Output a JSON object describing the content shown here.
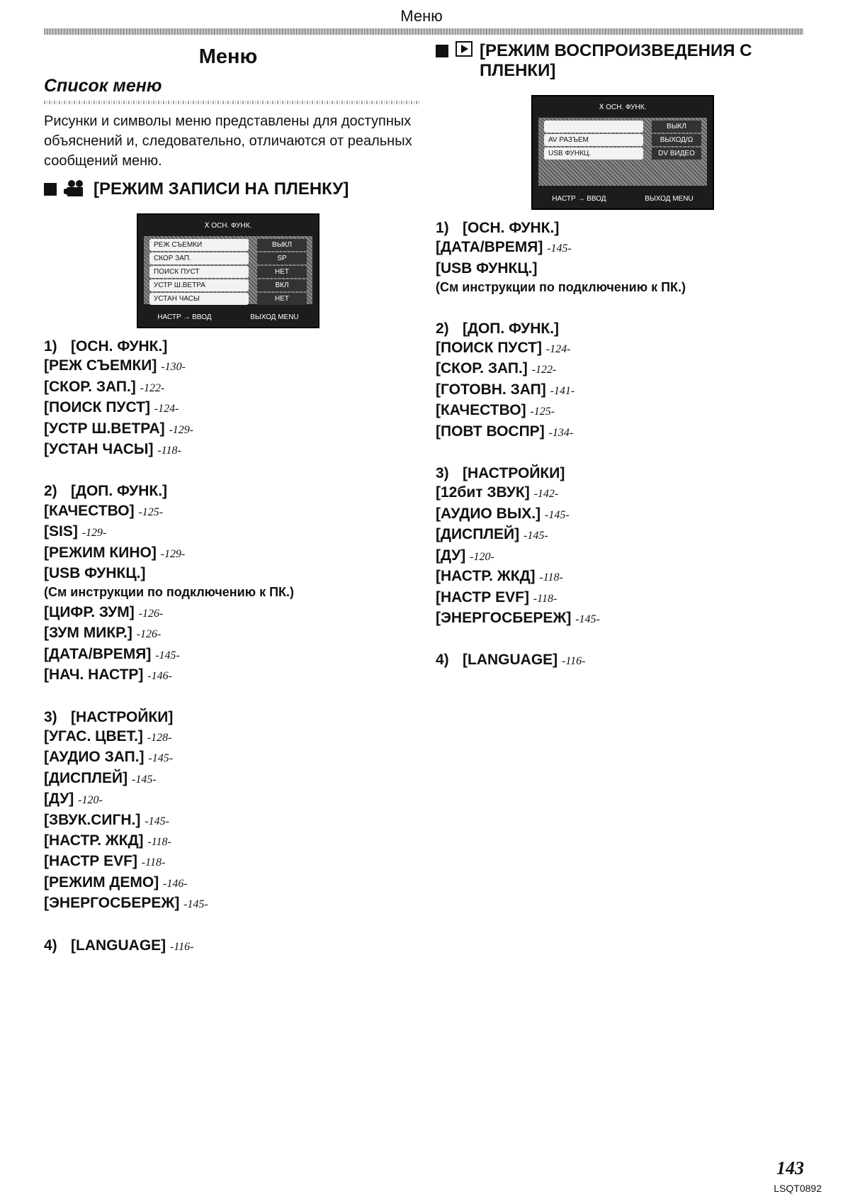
{
  "header": {
    "title": "Меню"
  },
  "left": {
    "main_title": "Меню",
    "list_title": "Список меню",
    "intro": "Рисунки и символы меню представлены для доступных объяснений и, следовательно, отличаются от реальных сообщений меню.",
    "section_title": "[РЕЖИМ ЗАПИСИ НА ПЛЕНКУ]",
    "screen": {
      "title": "Ⅹ ОСН. ФУНК.",
      "rows": [
        {
          "item": "РЕЖ СЪЕМКИ",
          "value": "ВЫКЛ"
        },
        {
          "item": "СКОР ЗАП.",
          "value": "SP"
        },
        {
          "item": "ПОИСК ПУСТ",
          "value": "НЕТ"
        },
        {
          "item": "УСТР Ш.ВЕТРА",
          "value": "ВКЛ"
        },
        {
          "item": "УСТАН ЧАСЫ",
          "value": "НЕТ"
        }
      ],
      "footer": [
        "НАСТР → ВВОД",
        "ВЫХОД MENU"
      ]
    },
    "groups": [
      {
        "head_num": "1)",
        "head": "[ОСН. ФУНК.]",
        "items": [
          {
            "label": "[РЕЖ СЪЕМКИ]",
            "ref": "-130-"
          },
          {
            "label": "[СКОР. ЗАП.]",
            "ref": "-122-"
          },
          {
            "label": "[ПОИСК ПУСТ]",
            "ref": "-124-"
          },
          {
            "label": "[УСТР Ш.ВЕТРА]",
            "ref": "-129-"
          },
          {
            "label": "[УСТАН ЧАСЫ]",
            "ref": "-118-"
          }
        ]
      },
      {
        "head_num": "2)",
        "head": "[ДОП. ФУНК.]",
        "items": [
          {
            "label": "[КАЧЕСТВО]",
            "ref": "-125-"
          },
          {
            "label": "[SIS]",
            "ref": "-129-"
          },
          {
            "label": "[РЕЖИМ КИНО]",
            "ref": "-129-"
          },
          {
            "label": "[USB ФУНКЦ.]",
            "ref": ""
          },
          {
            "label": "(См инструкции по подключению к ПК.)",
            "ref": "",
            "note": true
          },
          {
            "label": "[ЦИФР. ЗУМ]",
            "ref": "-126-"
          },
          {
            "label": "[ЗУМ МИКР.]",
            "ref": "-126-"
          },
          {
            "label": "[ДАТА/ВРЕМЯ]",
            "ref": "-145-"
          },
          {
            "label": "[НАЧ. НАСТР]",
            "ref": "-146-"
          }
        ]
      },
      {
        "head_num": "3)",
        "head": "[НАСТРОЙКИ]",
        "items": [
          {
            "label": "[УГАС. ЦВЕТ.]",
            "ref": "-128-"
          },
          {
            "label": "[АУДИО ЗАП.]",
            "ref": "-145-"
          },
          {
            "label": "[ДИСПЛЕЙ]",
            "ref": "-145-"
          },
          {
            "label": "[ДУ]",
            "ref": "-120-"
          },
          {
            "label": "[ЗВУК.СИГН.]",
            "ref": "-145-"
          },
          {
            "label": "[НАСТР. ЖКД]",
            "ref": "-118-"
          },
          {
            "label": "[НАСТР EVF]",
            "ref": "-118-"
          },
          {
            "label": "[РЕЖИМ ДЕМО]",
            "ref": "-146-"
          },
          {
            "label": "[ЭНЕРГОСБЕРЕЖ]",
            "ref": "-145-"
          }
        ]
      },
      {
        "head_num": "4)",
        "head": "[LANGUAGE]",
        "head_ref": "-116-",
        "items": []
      }
    ]
  },
  "right": {
    "section_title": "[РЕЖИМ ВОСПРОИЗВЕДЕНИЯ С ПЛЕНКИ]",
    "screen": {
      "title": "Ⅹ ОСН. ФУНК.",
      "rows": [
        {
          "item": "",
          "value": "ВЫКЛ"
        },
        {
          "item": "AV РАЗЪЕМ",
          "value": "ВЫХОД/Ω"
        },
        {
          "item": "USB ФУНКЦ.",
          "value": "DV ВИДЕО"
        }
      ],
      "footer": [
        "НАСТР → ВВОД",
        "ВЫХОД MENU"
      ]
    },
    "groups": [
      {
        "head_num": "1)",
        "head": "[ОСН. ФУНК.]",
        "items": [
          {
            "label": "[ДАТА/ВРЕМЯ]",
            "ref": "-145-"
          },
          {
            "label": "[USB ФУНКЦ.]",
            "ref": ""
          },
          {
            "label": "(См инструкции по подключению к ПК.)",
            "ref": "",
            "note": true
          }
        ]
      },
      {
        "head_num": "2)",
        "head": "[ДОП. ФУНК.]",
        "items": [
          {
            "label": "[ПОИСК ПУСТ]",
            "ref": "-124-"
          },
          {
            "label": "[СКОР. ЗАП.]",
            "ref": "-122-"
          },
          {
            "label": "[ГОТОВН. ЗАП]",
            "ref": "-141-"
          },
          {
            "label": "[КАЧЕСТВО]",
            "ref": "-125-"
          },
          {
            "label": "[ПОВТ ВОСПР]",
            "ref": "-134-"
          }
        ]
      },
      {
        "head_num": "3)",
        "head": "[НАСТРОЙКИ]",
        "items": [
          {
            "label": "[12бит ЗВУК]",
            "ref": "-142-"
          },
          {
            "label": "[АУДИО ВЫХ.]",
            "ref": "-145-"
          },
          {
            "label": "[ДИСПЛЕЙ]",
            "ref": "-145-"
          },
          {
            "label": "[ДУ]",
            "ref": "-120-"
          },
          {
            "label": "[НАСТР. ЖКД]",
            "ref": "-118-"
          },
          {
            "label": "[НАСТР EVF]",
            "ref": "-118-"
          },
          {
            "label": "[ЭНЕРГОСБЕРЕЖ]",
            "ref": "-145-"
          }
        ]
      },
      {
        "head_num": "4)",
        "head": "[LANGUAGE]",
        "head_ref": "-116-",
        "items": []
      }
    ]
  },
  "footer": {
    "page_number": "143",
    "doc_code": "LSQT0892"
  }
}
